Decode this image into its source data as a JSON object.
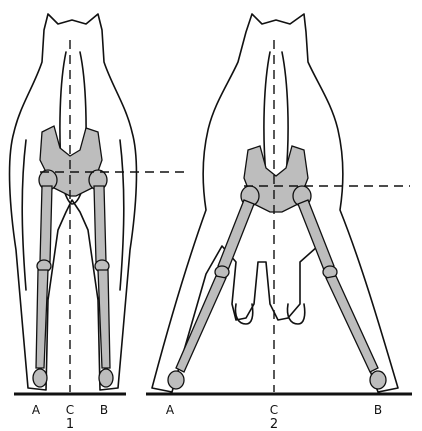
{
  "figures": [
    {
      "number": "1",
      "labels": {
        "a": "A",
        "c": "C",
        "b": "B"
      }
    },
    {
      "number": "2",
      "labels": {
        "a": "A",
        "c": "C",
        "b": "B"
      }
    }
  ]
}
